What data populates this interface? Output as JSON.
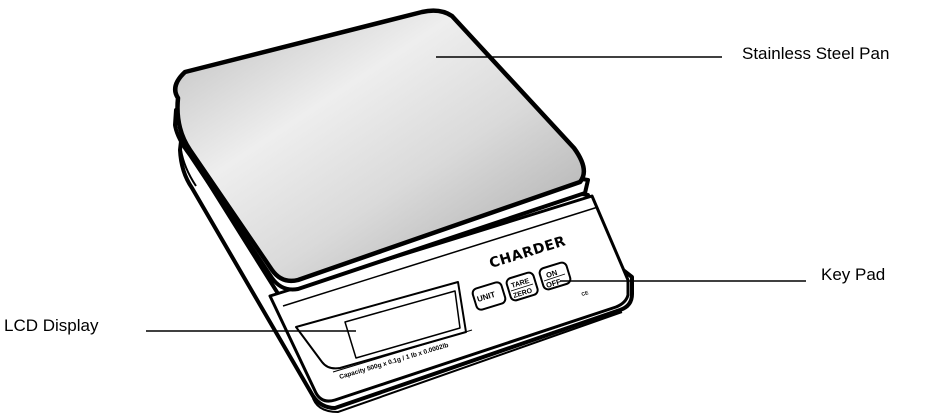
{
  "labels": {
    "pan": "Stainless Steel Pan",
    "keypad": "Key Pad",
    "lcd": "LCD Display"
  },
  "scale": {
    "brand": "CHARDER",
    "keys": {
      "unit": "UNIT",
      "tare_top": "TARE",
      "tare_bottom": "ZERO",
      "onoff_top": "ON",
      "onoff_bottom": "OFF"
    },
    "capacity": "Capacity 500g x 0.1g / 1 lb x 0.0002lb",
    "ce_mark": "CE"
  },
  "colors": {
    "outline": "#000000",
    "pan_light": "#f2f2f2",
    "pan_dark": "#a9a9a9",
    "body": "#ffffff",
    "line": "#000000"
  }
}
